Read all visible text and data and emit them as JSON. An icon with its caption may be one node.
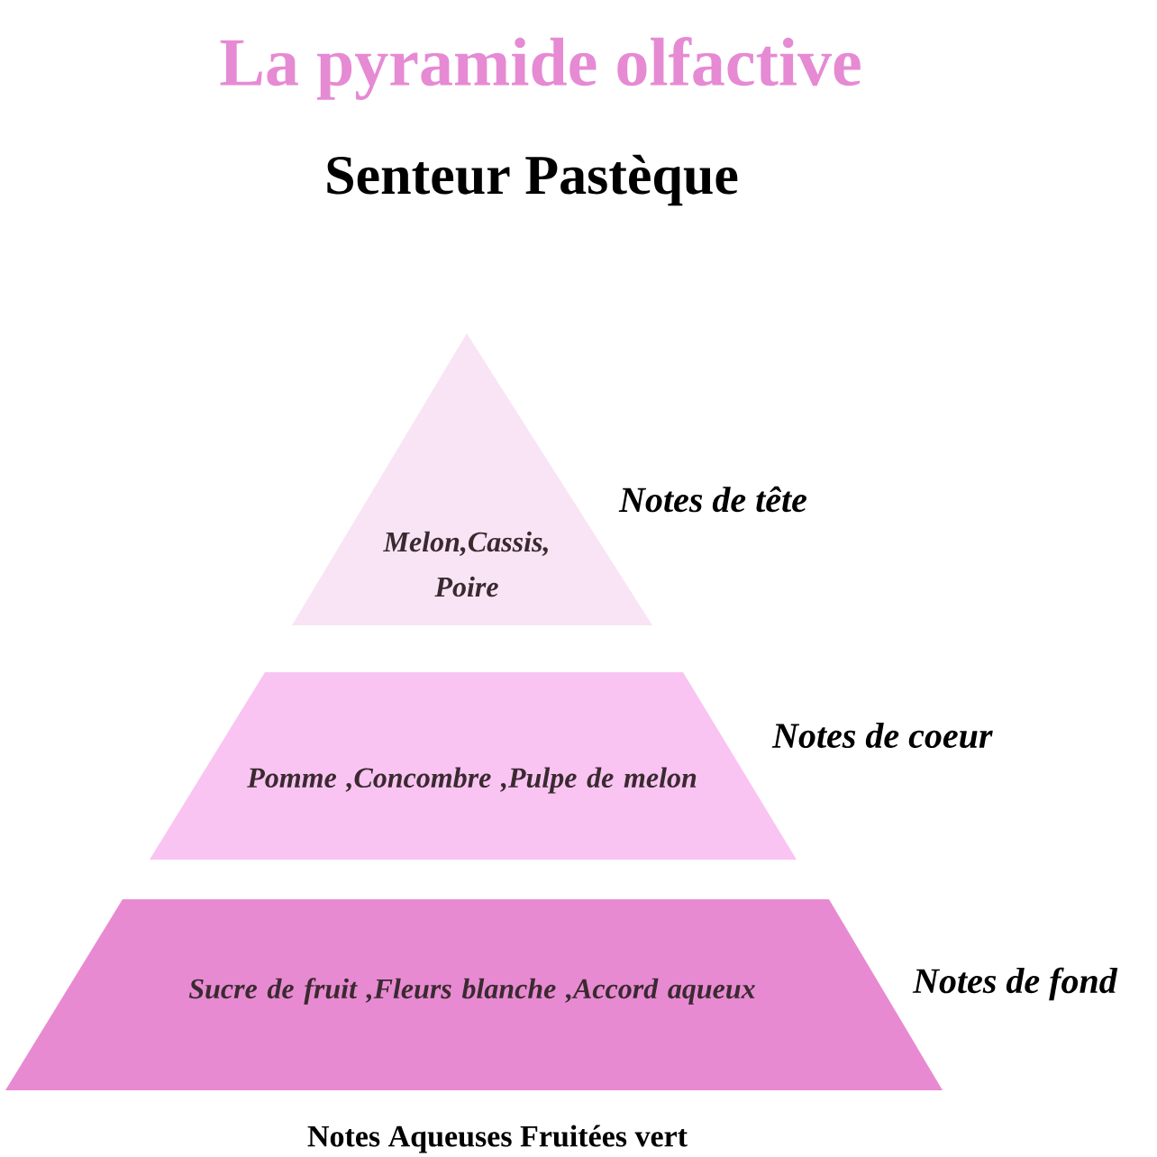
{
  "diagram": {
    "title": "La pyramide olfactive",
    "nodes": [
      {
        "text": [
          "Melon,Cassis, Poire"
        ],
        "beside": [
          "Notes de tête"
        ]
      },
      {
        "text": [
          "Pomme ,Concombre ,Pulpe de melon"
        ],
        "beside": [
          "Notes de coeur"
        ]
      },
      {
        "text": [
          "Sucre de fruit ,Fleurs blanche ,Accord aqueux"
        ],
        "beside": [
          "Notes de fond"
        ]
      }
    ],
    "labels": [
      "Senteur Pastèque"
    ],
    "caption": "Notes  Aqueuses Fruitées vert"
  }
}
